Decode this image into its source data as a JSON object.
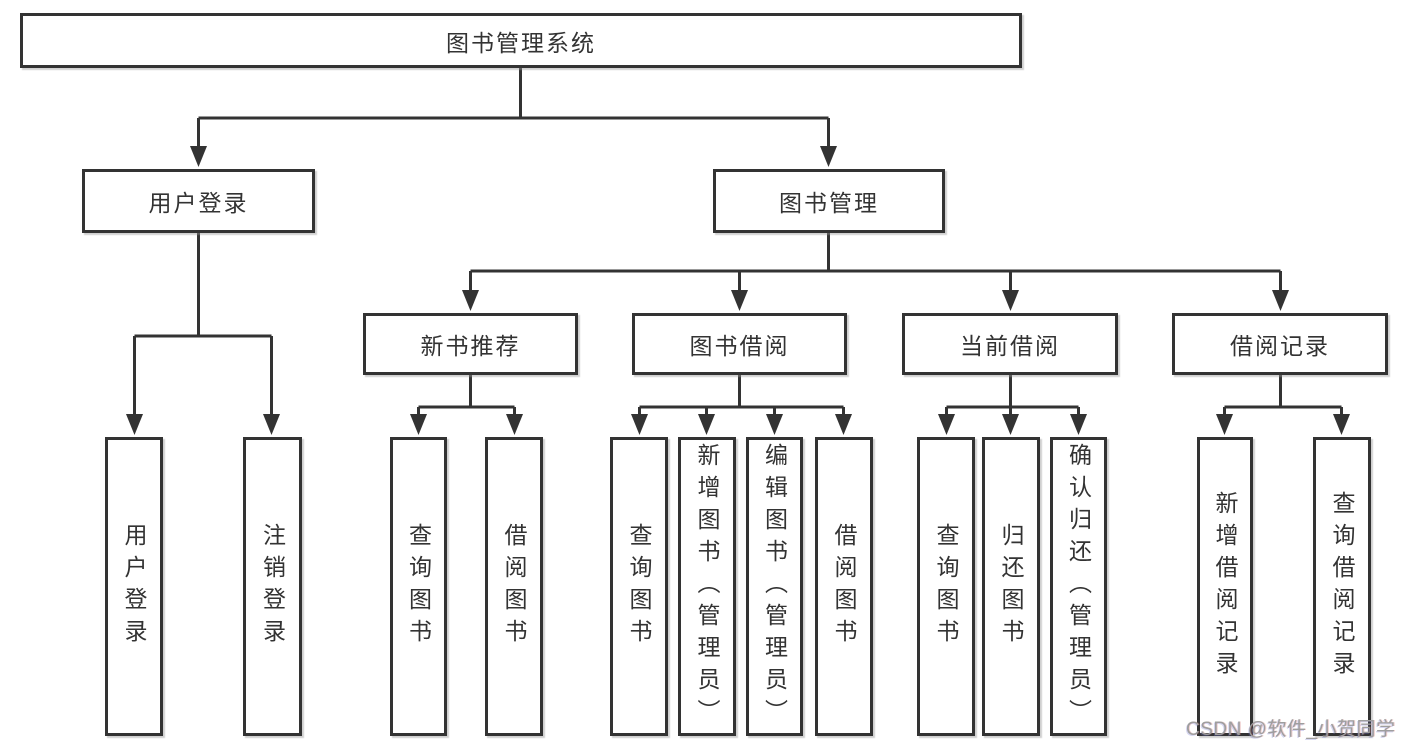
{
  "diagram": {
    "root": {
      "label": "图书管理系统",
      "children": [
        {
          "label": "用户登录",
          "children": [
            {
              "label": "用户登录"
            },
            {
              "label": "注销登录"
            }
          ]
        },
        {
          "label": "图书管理",
          "children": [
            {
              "label": "新书推荐",
              "children": [
                {
                  "label": "查询图书"
                },
                {
                  "label": "借阅图书"
                }
              ]
            },
            {
              "label": "图书借阅",
              "children": [
                {
                  "label": "查询图书"
                },
                {
                  "label": "新增图书（管理员）"
                },
                {
                  "label": "编辑图书（管理员）"
                },
                {
                  "label": "借阅图书"
                }
              ]
            },
            {
              "label": "当前借阅",
              "children": [
                {
                  "label": "查询图书"
                },
                {
                  "label": "归还图书"
                },
                {
                  "label": "确认归还（管理员）"
                }
              ]
            },
            {
              "label": "借阅记录",
              "children": [
                {
                  "label": "新增借阅记录"
                },
                {
                  "label": "查询借阅记录"
                }
              ]
            }
          ]
        }
      ]
    }
  },
  "watermark": {
    "text": "CSDN @软件_小贺同学"
  },
  "colors": {
    "line": "#333333",
    "text": "#333333",
    "node_background": "#ffffff",
    "page_background": "#ffffff",
    "watermark": "#9e9e9e"
  }
}
